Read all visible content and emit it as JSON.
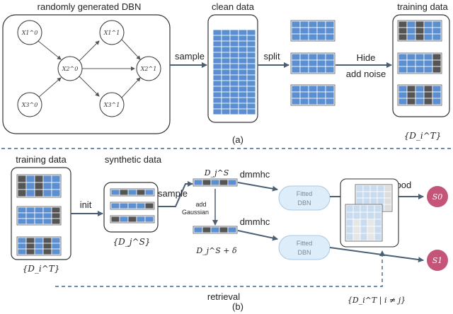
{
  "panel_a": {
    "dbn_box_title": "randomly generated DBN",
    "nodes": [
      {
        "label": "X1^0"
      },
      {
        "label": "X2^0"
      },
      {
        "label": "X3^0"
      },
      {
        "label": "X1^1"
      },
      {
        "label": "X2^1"
      },
      {
        "label": "X3^1"
      }
    ],
    "sample_label": "sample",
    "clean_data_title": "clean data",
    "split_label": "split",
    "hide_label": "Hide",
    "add_noise_label": "add noise",
    "training_data_title": "training data",
    "training_set_label": "{D_i^T}",
    "caption": "(a)"
  },
  "panel_b": {
    "training_data_title": "training data",
    "synthetic_data_title": "synthetic data",
    "init_label": "init",
    "synthetic_set_label": "{D_j^S}",
    "training_set_label": "{D_i^T}",
    "sample_label": "sample",
    "djs_label": "D_j^S",
    "djs_delta_label": "D_j^S + δ",
    "add_gaussian_line1": "add",
    "add_gaussian_line2": "Gaussian",
    "dmmhc_top": "dmmhc",
    "dmmhc_bottom": "dmmhc",
    "fitted_top_line1": "Fitted",
    "fitted_top_line2": "DBN",
    "fitted_bottom_line1": "Fitted",
    "fitted_bottom_line2": "DBN",
    "loglik_label": "Log-Likelihood",
    "s0_label": "S0",
    "s1_label": "S1",
    "retrieval_label": "retrieval",
    "retrieval_set_label": "{D_i^T | i ≠ j}",
    "caption": "(b)"
  },
  "colors": {
    "cell_blue": "#5b8fd0",
    "cell_light": "#c9dbef",
    "cell_dark": "#555555",
    "arrow": "#4a5f74",
    "score_fill": "#c45578",
    "pill_fill": "#ddeefa"
  }
}
